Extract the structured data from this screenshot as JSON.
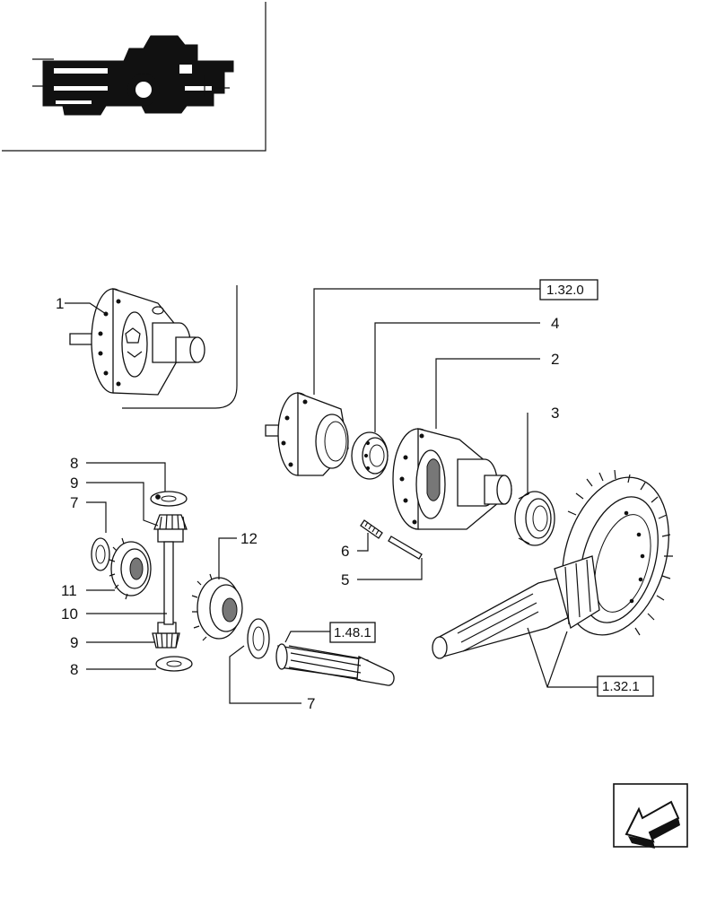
{
  "diagram": {
    "callouts": {
      "c1": "1",
      "c2": "2",
      "c3": "3",
      "c4": "4",
      "c5": "5",
      "c6": "6",
      "c7a": "7",
      "c7b": "7",
      "c8a": "8",
      "c8b": "8",
      "c9a": "9",
      "c9b": "9",
      "c10": "10",
      "c11": "11",
      "c12": "12"
    },
    "references": {
      "r1320": "1.32.0",
      "r1481": "1.48.1",
      "r1321": "1.32.1"
    },
    "nav_icon": "back-arrow-icon"
  }
}
